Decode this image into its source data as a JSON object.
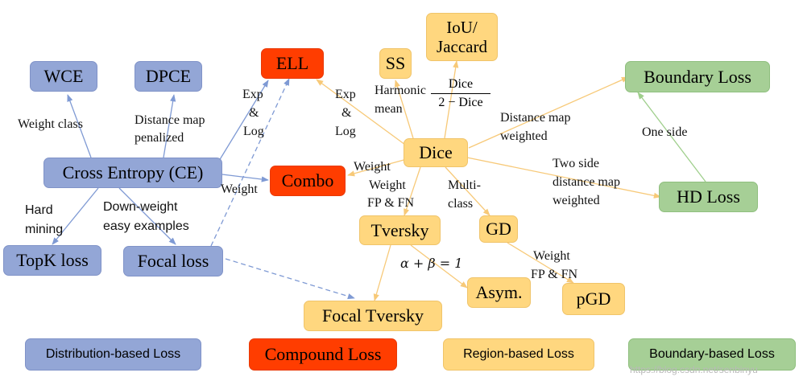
{
  "nodes": {
    "wce": "WCE",
    "dpce": "DPCE",
    "ce": "Cross Entropy (CE)",
    "topk": "TopK loss",
    "focal": "Focal loss",
    "ell": "ELL",
    "combo": "Combo",
    "ss": "SS",
    "iou_line1": "IoU/",
    "iou_line2": "Jaccard",
    "dice": "Dice",
    "tversky": "Tversky",
    "gd": "GD",
    "focal_tversky": "Focal Tversky",
    "asym": "Asym.",
    "pgd": "pGD",
    "boundary": "Boundary Loss",
    "hd": "HD Loss"
  },
  "edge_labels": {
    "weight_class": "Weight class",
    "distance_map_penalized_1": "Distance map",
    "distance_map_penalized_2": "penalized",
    "hard_mining_1": "Hard",
    "hard_mining_2": "mining",
    "down_weight_1": "Down-weight",
    "down_weight_2": "easy examples",
    "exp_log_left_1": "Exp",
    "exp_log_left_2": "&",
    "exp_log_left_3": "Log",
    "exp_log_right_1": "Exp",
    "exp_log_right_2": "&",
    "exp_log_right_3": "Log",
    "weight_ce_combo": "Weight",
    "weight_dice_combo": "Weight",
    "harmonic_mean_1": "Harmonic",
    "harmonic_mean_2": "mean",
    "dice_frac_num": "Dice",
    "dice_frac_den": "2 − Dice",
    "distance_map_weighted_1": "Distance map",
    "distance_map_weighted_2": "weighted",
    "one_side": "One side",
    "two_side_1": "Two side",
    "two_side_2": "distance map",
    "two_side_3": "weighted",
    "weight_fp_fn_1": "Weight",
    "weight_fp_fn_2": "FP & FN",
    "multi_class_1": "Multi-",
    "multi_class_2": "class",
    "alpha_beta": "α + β = 1",
    "weight_fp_fn_gd_1": "Weight",
    "weight_fp_fn_gd_2": "FP & FN"
  },
  "legend": {
    "distribution": "Distribution-based Loss",
    "compound": "Compound Loss",
    "region": "Region-based Loss",
    "boundary": "Boundary-based Loss"
  },
  "watermark": "https://blog.csdn.net/senbinyu",
  "colors": {
    "distribution": "#93a6d6",
    "compound": "#ff3d00",
    "region": "#ffd77f",
    "boundary": "#a6cf96",
    "blue_arrow": "#7f9ad4",
    "yellow_arrow": "#f7c978",
    "green_arrow": "#9fcf8c"
  }
}
